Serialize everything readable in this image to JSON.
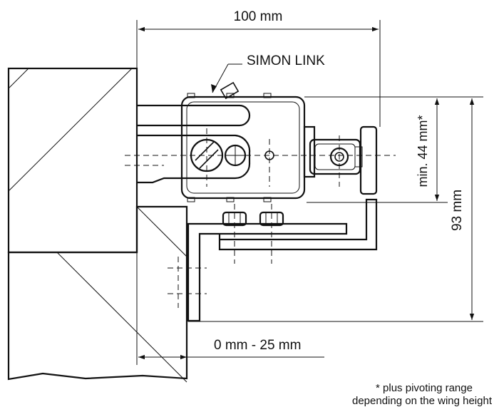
{
  "labels": {
    "width_dim": "100 mm",
    "product": "SIMON LINK",
    "min_gap": "min. 44 mm*",
    "height_dim": "93 mm",
    "offset_dim": "0 mm - 25 mm",
    "footnote_line1": "* plus pivoting range",
    "footnote_line2": "depending on the wing height"
  },
  "colors": {
    "stroke": "#111111",
    "background": "#ffffff"
  }
}
